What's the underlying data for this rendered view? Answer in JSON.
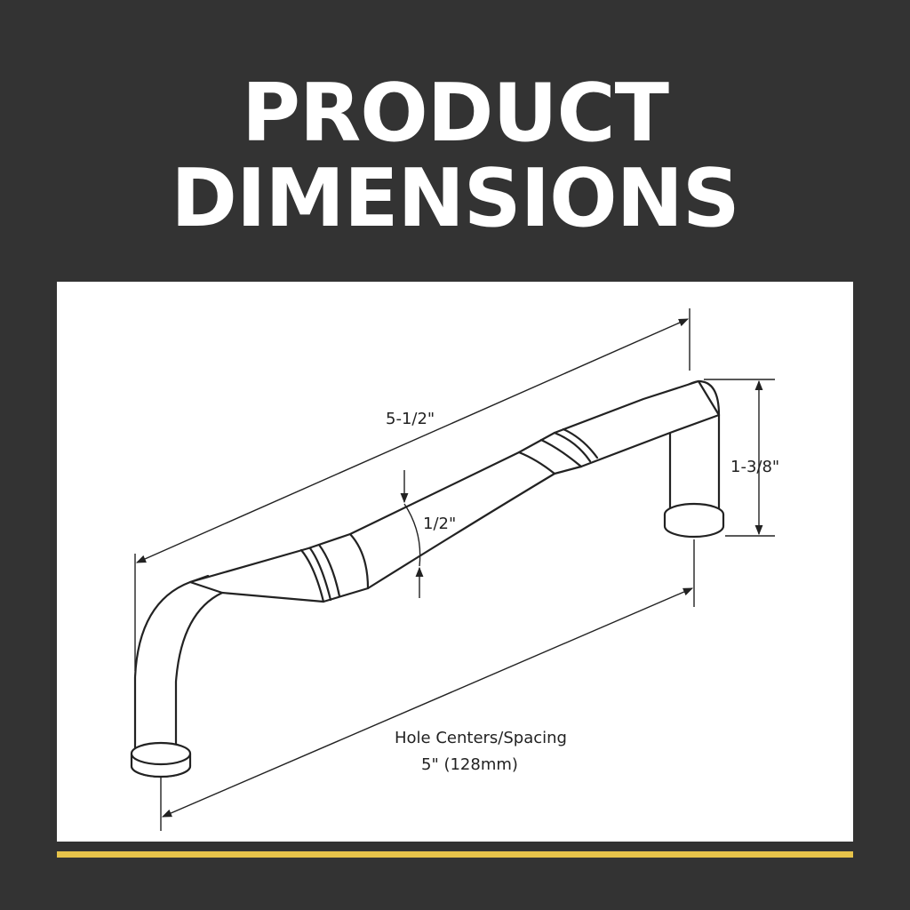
{
  "title": {
    "line1": "PRODUCT",
    "line2": "DIMENSIONS"
  },
  "colors": {
    "background": "#333333",
    "panel": "#ffffff",
    "accent": "#e6c34a",
    "ink": "#222222"
  },
  "dimensions": {
    "overall_length": "5-1/2\"",
    "height": "1-3/8\"",
    "diameter": "1/2\"",
    "hole_spacing_label": "Hole Centers/Spacing",
    "hole_spacing_value": "5\" (128mm)"
  }
}
